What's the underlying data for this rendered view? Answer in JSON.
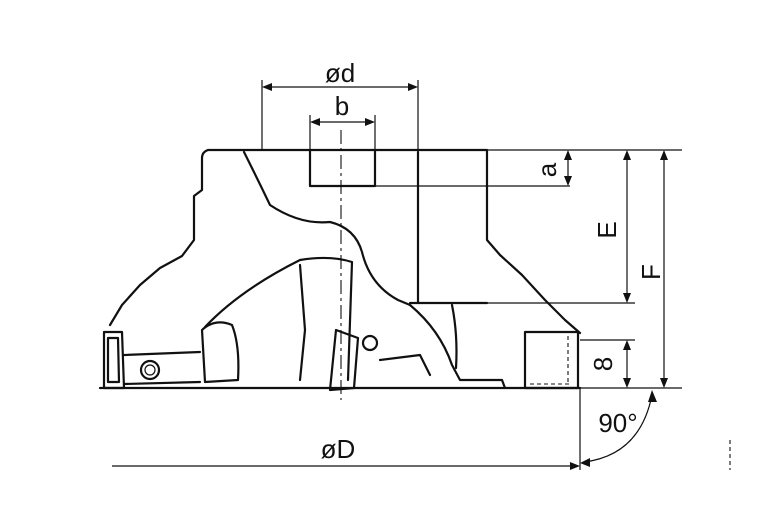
{
  "labels": {
    "bore_diameter": "ød",
    "keyway_width": "b",
    "keyway_depth": "a",
    "hub_length": "E",
    "overall_height": "F",
    "insert_height": "8",
    "lead_angle": "90°",
    "cutter_diameter": "øD"
  }
}
